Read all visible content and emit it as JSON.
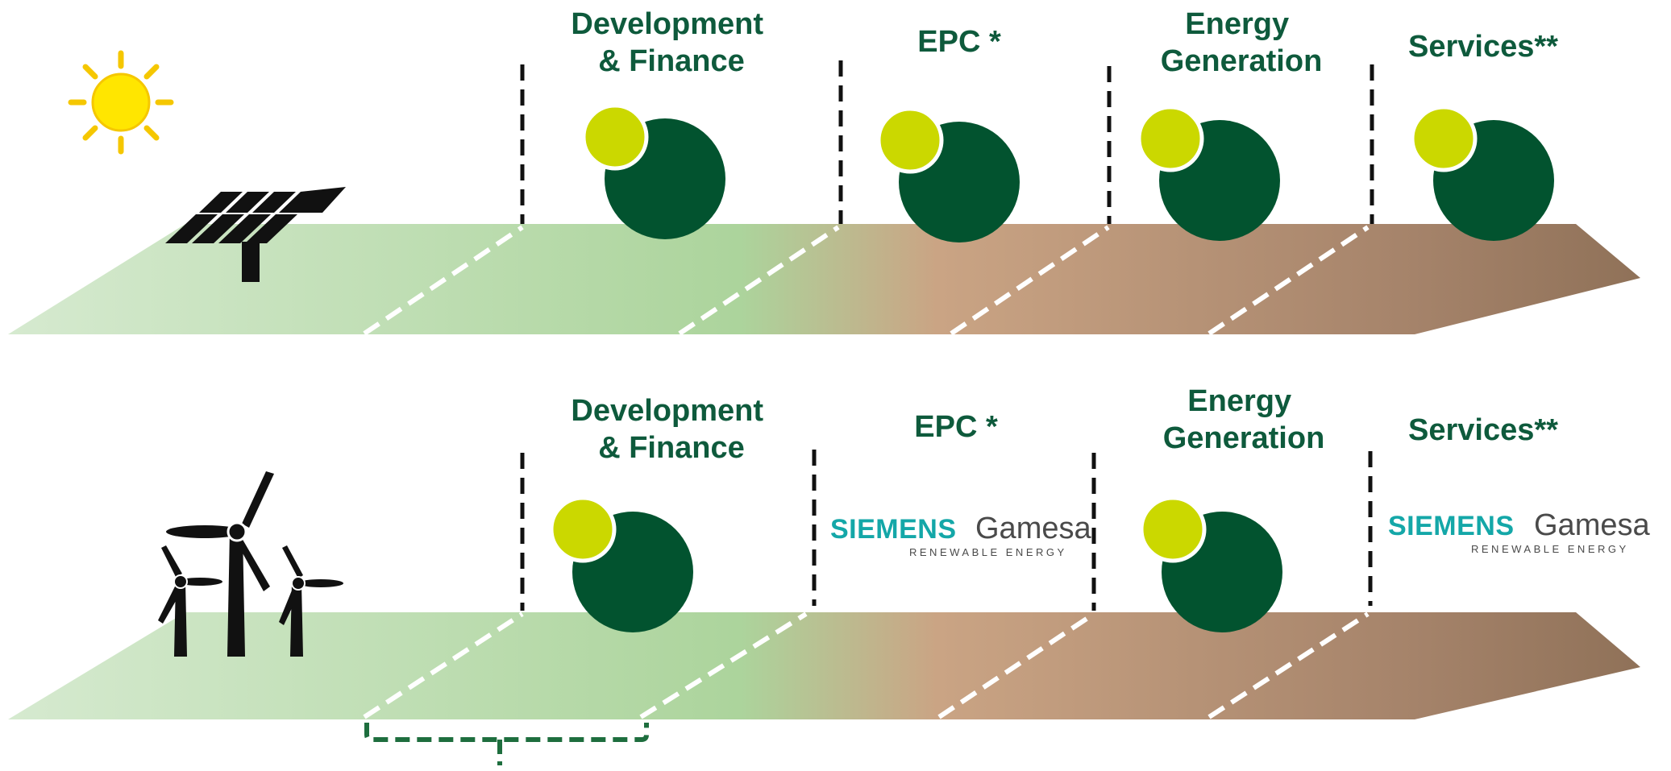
{
  "rows": [
    {
      "technology": "solar",
      "icon": "solar-panel-icon",
      "stages": [
        {
          "label_lines": [
            "Development",
            "& Finance"
          ],
          "provider": "company-logo"
        },
        {
          "label_lines": [
            "EPC *"
          ],
          "provider": "company-logo"
        },
        {
          "label_lines": [
            "Energy",
            "Generation"
          ],
          "provider": "company-logo"
        },
        {
          "label_lines": [
            "Services**"
          ],
          "provider": "company-logo"
        }
      ]
    },
    {
      "technology": "wind",
      "icon": "wind-turbine-icon",
      "stages": [
        {
          "label_lines": [
            "Development",
            "& Finance"
          ],
          "provider": "company-logo"
        },
        {
          "label_lines": [
            "EPC *"
          ],
          "provider": "partner-logo"
        },
        {
          "label_lines": [
            "Energy",
            "Generation"
          ],
          "provider": "company-logo"
        },
        {
          "label_lines": [
            "Services**"
          ],
          "provider": "partner-logo"
        }
      ]
    }
  ],
  "partner": {
    "name": "SIEMENS",
    "suffix": "Gamesa",
    "tagline": "RENEWABLE ENERGY"
  },
  "colors": {
    "label": "#0e5a3c",
    "logo_dark": "#02532f",
    "logo_light": "#cbd800",
    "sun": "#ffe600",
    "sun_rays": "#f5c700",
    "ground_start": "#d6ead0",
    "ground_mid": "#a9d299",
    "ground_tan": "#caa484",
    "ground_end": "#9a7a62",
    "bracket": "#1e6e3e",
    "partner_teal": "#14a7a8"
  }
}
